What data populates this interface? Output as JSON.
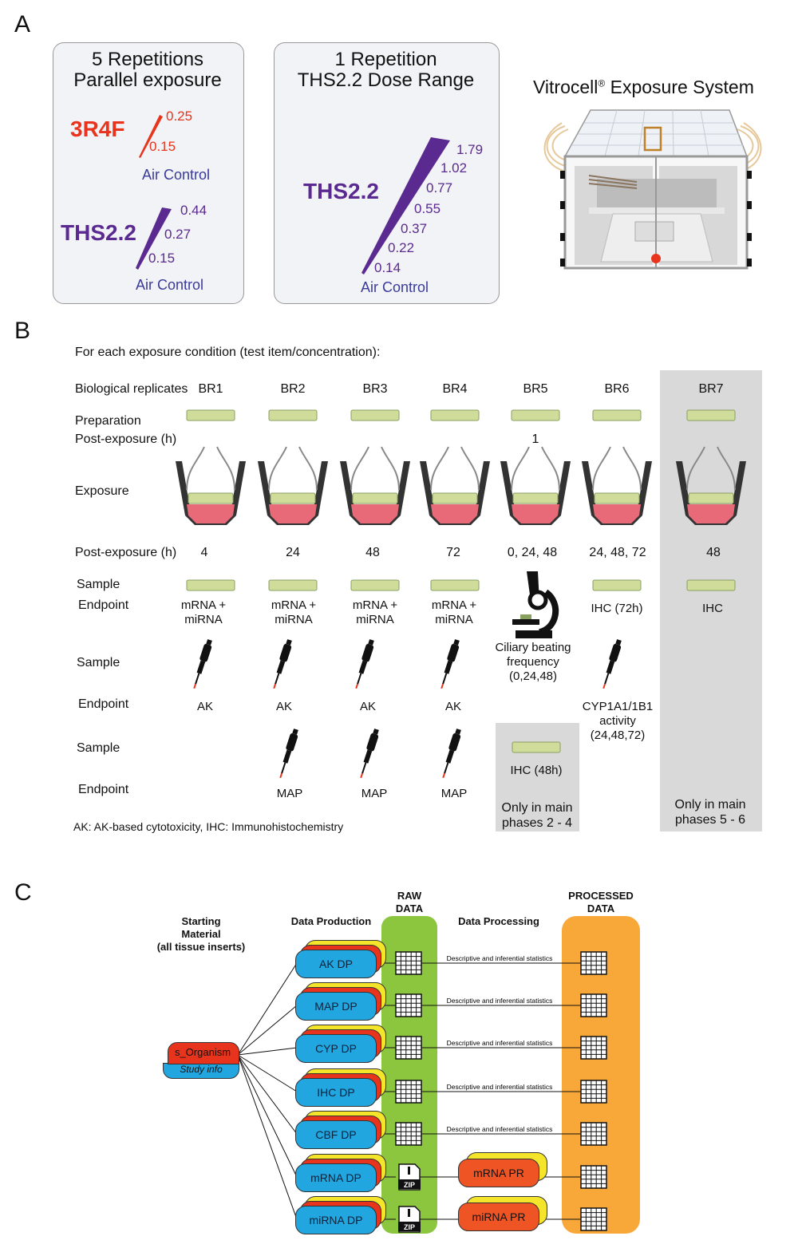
{
  "panels": {
    "a": "A",
    "b": "B",
    "c": "C"
  },
  "panel_a": {
    "box1": {
      "title_line1": "5 Repetitions",
      "title_line2": "Parallel exposure",
      "item1": {
        "name": "3R4F",
        "values": [
          "0.25",
          "0.15"
        ],
        "control": "Air Control"
      },
      "item2": {
        "name": "THS2.2",
        "values": [
          "0.44",
          "0.27",
          "0.15"
        ],
        "control": "Air Control"
      }
    },
    "box2": {
      "title_line1": "1 Repetition",
      "title_line2": "THS2.2 Dose Range",
      "item": {
        "name": "THS2.2",
        "values": [
          "1.79",
          "1.02",
          "0.77",
          "0.55",
          "0.37",
          "0.22",
          "0.14"
        ],
        "control": "Air Control"
      }
    },
    "system_title": "Vitrocell",
    "system_title_sup": "®",
    "system_title_rest": " Exposure System"
  },
  "panel_b": {
    "intro": "For each exposure condition (test item/concentration):",
    "row_labels": {
      "bio": "Biological replicates",
      "prep": "Preparation",
      "post_pre": "Post-exposure (h)",
      "exposure": "Exposure",
      "post": "Post-exposure (h)",
      "sample1": "Sample",
      "endpoint1": "Endpoint",
      "sample2": "Sample",
      "endpoint2": "Endpoint",
      "sample3": "Sample",
      "endpoint3": "Endpoint"
    },
    "replicates": [
      "BR1",
      "BR2",
      "BR3",
      "BR4",
      "BR5",
      "BR6",
      "BR7"
    ],
    "br5_pre_post": "1",
    "post_exposure": [
      "4",
      "24",
      "48",
      "72",
      "0, 24, 48",
      "24, 48, 72",
      "48"
    ],
    "endpoint1": [
      "mRNA +\nmiRNA",
      "mRNA +\nmiRNA",
      "mRNA +\nmiRNA",
      "mRNA +\nmiRNA",
      "Ciliary beating\nfrequency\n(0,24,48)",
      "IHC (72h)",
      "IHC"
    ],
    "endpoint2": [
      "AK",
      "AK",
      "AK",
      "AK",
      "CYP1A1/1B1\nactivity\n(24,48,72)"
    ],
    "endpoint3": [
      "MAP",
      "MAP",
      "MAP"
    ],
    "br5_extra": "IHC (48h)",
    "note_main_24": "Only in main\nphases 2 - 4",
    "note_main_56": "Only in main\nphases 5 - 6",
    "footnote": "AK: AK-based cytotoxicity, IHC: Immunohistochemistry"
  },
  "panel_c": {
    "starting_material": "Starting\nMaterial\n(all tissue inserts)",
    "data_production": "Data Production",
    "raw_data": "RAW\nDATA",
    "data_processing": "Data Processing",
    "processed_data": "PROCESSED\nDATA",
    "organism": "s_Organism",
    "study_info": "Study info",
    "dp_items": [
      "AK DP",
      "MAP DP",
      "CYP DP",
      "IHC DP",
      "CBF DP",
      "mRNA DP",
      "miRNA DP"
    ],
    "stat_label": "Descriptive and inferential statistics",
    "pr_items": [
      "mRNA PR",
      "miRNA PR"
    ],
    "zip_label": "ZIP"
  },
  "colors": {
    "red": "#e8341c",
    "purple": "#5a2a90",
    "green": "#8cc63f",
    "orange": "#f8a838",
    "blue": "#21a6e0",
    "orange_red": "#ef5424",
    "yellow": "#f5e52a"
  }
}
